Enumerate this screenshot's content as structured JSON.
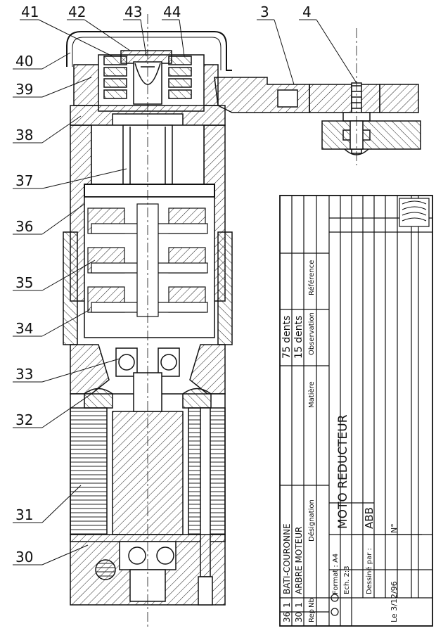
{
  "callouts": [
    {
      "num": "41"
    },
    {
      "num": "42"
    },
    {
      "num": "43"
    },
    {
      "num": "44"
    },
    {
      "num": "3"
    },
    {
      "num": "4"
    },
    {
      "num": "40"
    },
    {
      "num": "39"
    },
    {
      "num": "38"
    },
    {
      "num": "37"
    },
    {
      "num": "36"
    },
    {
      "num": "35"
    },
    {
      "num": "34"
    },
    {
      "num": "33"
    },
    {
      "num": "32"
    },
    {
      "num": "31"
    },
    {
      "num": "30"
    }
  ],
  "parts_list": {
    "headers": {
      "rep": "Rep",
      "nb": "Nb",
      "designation": "Désignation",
      "matiere": "Matière",
      "observation": "Observation",
      "reference": "Référence"
    },
    "rows": [
      {
        "rep": "36",
        "nb": "1",
        "designation": "BATI-COURONNE",
        "observation": "75 dents"
      },
      {
        "rep": "30",
        "nb": "1",
        "designation": "ARBRE MOTEUR",
        "observation": "15 dents"
      }
    ]
  },
  "title_block": {
    "format": "Format : A4",
    "scale": "Ech. 2:3",
    "title": "MOTO REDUCTEUR",
    "drawn_by_label": "Dessiné par :",
    "drawn_by": "ABB",
    "date": "Le 3/12/96",
    "number_label": "N°"
  }
}
